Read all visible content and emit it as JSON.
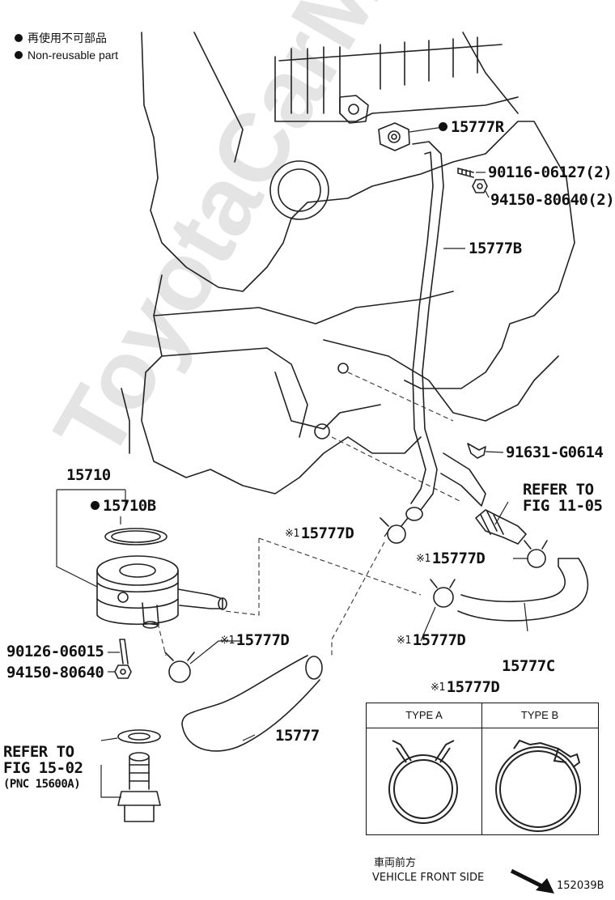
{
  "watermark": "ToyotaCarMine.ru",
  "legend": {
    "jp": "再使用不可部品",
    "en": "Non-reusable part"
  },
  "parts": {
    "p15777R": "15777R",
    "p90116": "90116-06127(2)",
    "p94150a": "94150-80640(2)",
    "p15777B": "15777B",
    "p91631": "91631-G0614",
    "refer1105_l1": "REFER TO",
    "refer1105_l2": "FIG 11-05",
    "p15710": "15710",
    "p15710B": "15710B",
    "p15777D_1": "15777D",
    "p15777D_2": "15777D",
    "p15777D_3": "15777D",
    "p15777D_4": "15777D",
    "p15777D_5": "15777D",
    "p90126": "90126-06015",
    "p94150b": "94150-80640",
    "p15777C": "15777C",
    "p15777": "15777",
    "refer1502_l1": "REFER TO",
    "refer1502_l2": "FIG 15-02",
    "refer1502_l3": "(PNC 15600A)"
  },
  "note_mark": "※1",
  "clamp_types": {
    "type_a": "TYPE A",
    "type_b": "TYPE B"
  },
  "front": {
    "jp": "車両前方",
    "en": "VEHICLE FRONT SIDE"
  },
  "figure_id": "152039B"
}
